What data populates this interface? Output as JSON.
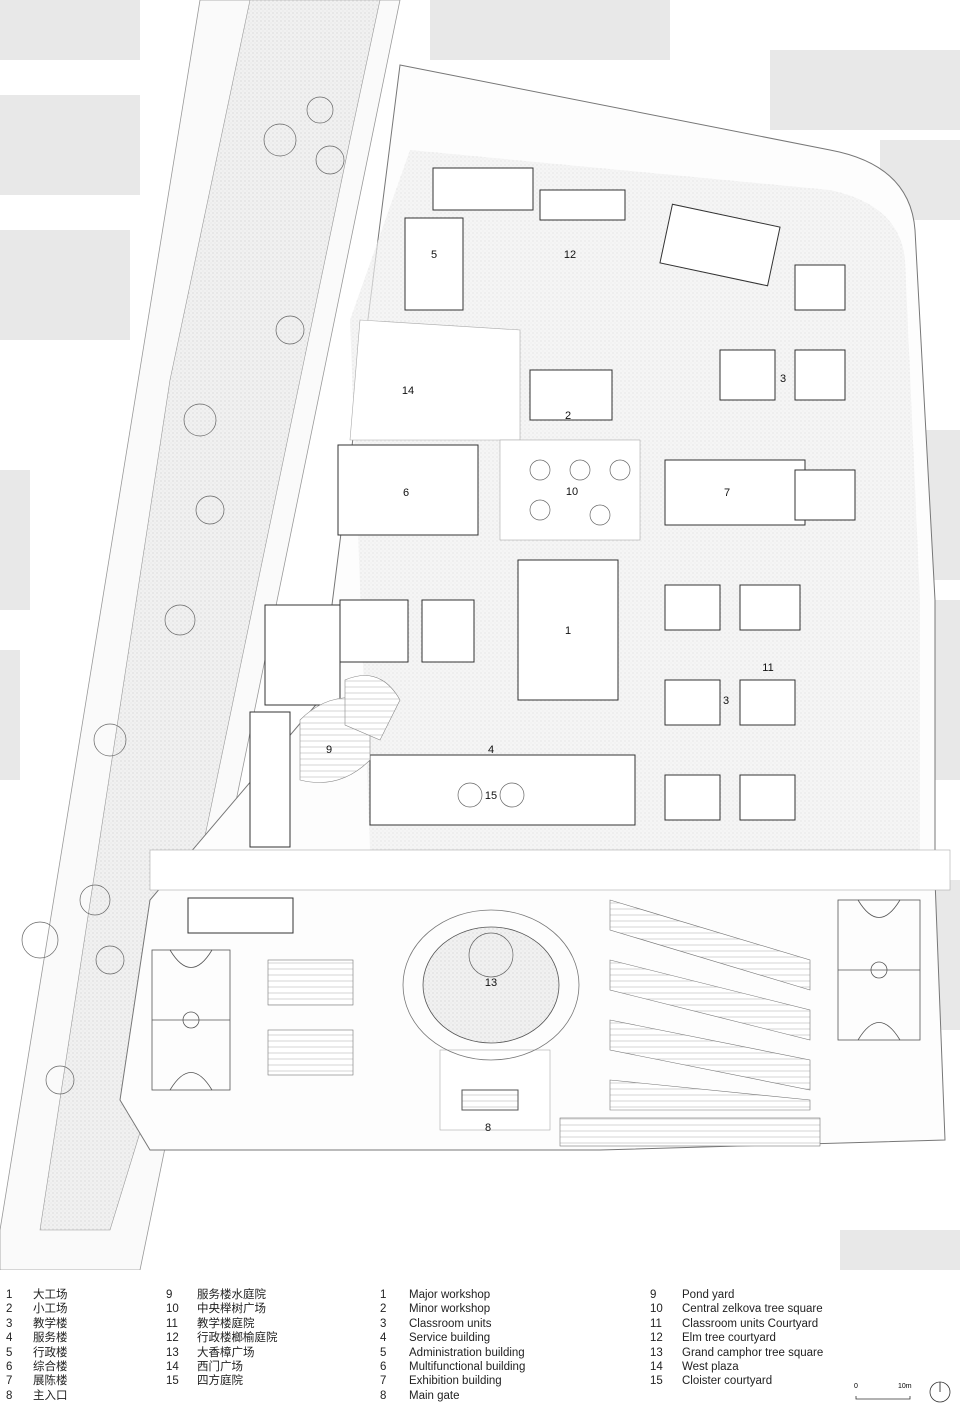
{
  "map_labels": [
    "1",
    "2",
    "3",
    "3",
    "4",
    "5",
    "6",
    "7",
    "8",
    "9",
    "10",
    "11",
    "12",
    "13",
    "14",
    "15"
  ],
  "legend_chinese": [
    {
      "num": "1",
      "text": "大工场"
    },
    {
      "num": "2",
      "text": "小工场"
    },
    {
      "num": "3",
      "text": "教学楼"
    },
    {
      "num": "4",
      "text": "服务楼"
    },
    {
      "num": "5",
      "text": "行政楼"
    },
    {
      "num": "6",
      "text": "综合楼"
    },
    {
      "num": "7",
      "text": "展陈楼"
    },
    {
      "num": "8",
      "text": "主入口"
    },
    {
      "num": "9",
      "text": "服务楼水庭院"
    },
    {
      "num": "10",
      "text": "中央榉树广场"
    },
    {
      "num": "11",
      "text": "教学楼庭院"
    },
    {
      "num": "12",
      "text": "行政楼榔榆庭院"
    },
    {
      "num": "13",
      "text": "大香樟广场"
    },
    {
      "num": "14",
      "text": "西门广场"
    },
    {
      "num": "15",
      "text": "四方庭院"
    }
  ],
  "legend_english": [
    {
      "num": "1",
      "text": "Major workshop"
    },
    {
      "num": "2",
      "text": "Minor workshop"
    },
    {
      "num": "3",
      "text": "Classroom units"
    },
    {
      "num": "4",
      "text": "Service building"
    },
    {
      "num": "5",
      "text": "Administration building"
    },
    {
      "num": "6",
      "text": "Multifunctional building"
    },
    {
      "num": "7",
      "text": "Exhibition building"
    },
    {
      "num": "8",
      "text": "Main gate"
    },
    {
      "num": "9",
      "text": "Pond yard"
    },
    {
      "num": "10",
      "text": "Central zelkova tree square"
    },
    {
      "num": "11",
      "text": "Classroom units Courtyard"
    },
    {
      "num": "12",
      "text": "Elm tree courtyard"
    },
    {
      "num": "13",
      "text": "Grand camphor tree square"
    },
    {
      "num": "14",
      "text": "West plaza"
    },
    {
      "num": "15",
      "text": "Cloister courtyard"
    }
  ],
  "scale_bar": {
    "start": "0",
    "end": "10m"
  }
}
